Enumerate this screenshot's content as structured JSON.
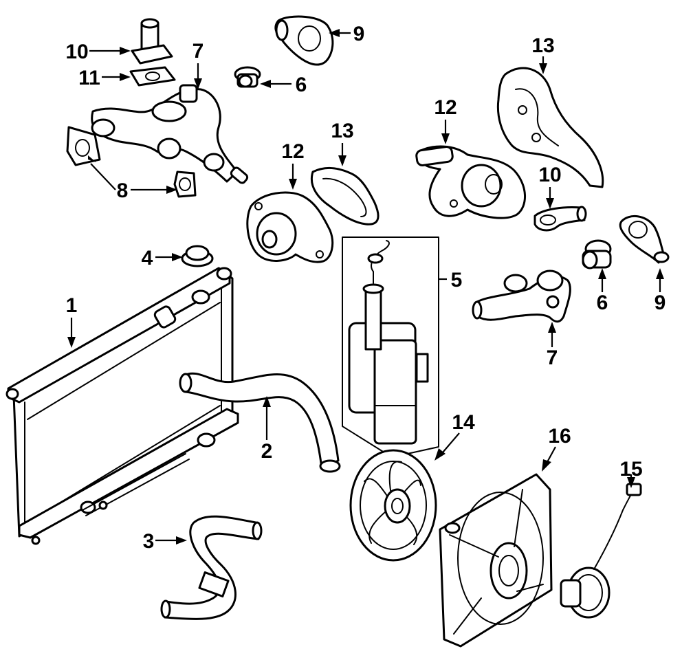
{
  "diagram": {
    "callouts": [
      {
        "id": "c1",
        "label": "1",
        "part": "radiator"
      },
      {
        "id": "c2",
        "label": "2",
        "part": "upper-radiator-hose"
      },
      {
        "id": "c3",
        "label": "3",
        "part": "lower-radiator-hose"
      },
      {
        "id": "c4",
        "label": "4",
        "part": "radiator-cap"
      },
      {
        "id": "c5",
        "label": "5",
        "part": "coolant-reservoir"
      },
      {
        "id": "c6a",
        "label": "6",
        "part": "thermostat"
      },
      {
        "id": "c6b",
        "label": "6",
        "part": "thermostat"
      },
      {
        "id": "c7a",
        "label": "7",
        "part": "water-outlet-manifold"
      },
      {
        "id": "c7b",
        "label": "7",
        "part": "water-outlet-manifold"
      },
      {
        "id": "c8",
        "label": "8",
        "part": "gasket"
      },
      {
        "id": "c9a",
        "label": "9",
        "part": "thermostat-housing"
      },
      {
        "id": "c9b",
        "label": "9",
        "part": "thermostat-housing"
      },
      {
        "id": "c10a",
        "label": "10",
        "part": "water-outlet"
      },
      {
        "id": "c10b",
        "label": "10",
        "part": "water-outlet"
      },
      {
        "id": "c11",
        "label": "11",
        "part": "outlet-gasket"
      },
      {
        "id": "c12a",
        "label": "12",
        "part": "water-pump"
      },
      {
        "id": "c12b",
        "label": "12",
        "part": "water-pump"
      },
      {
        "id": "c13a",
        "label": "13",
        "part": "water-pump-gasket"
      },
      {
        "id": "c13b",
        "label": "13",
        "part": "water-pump-gasket"
      },
      {
        "id": "c14",
        "label": "14",
        "part": "fan-blade"
      },
      {
        "id": "c15",
        "label": "15",
        "part": "fan-motor"
      },
      {
        "id": "c16",
        "label": "16",
        "part": "fan-shroud"
      }
    ]
  }
}
